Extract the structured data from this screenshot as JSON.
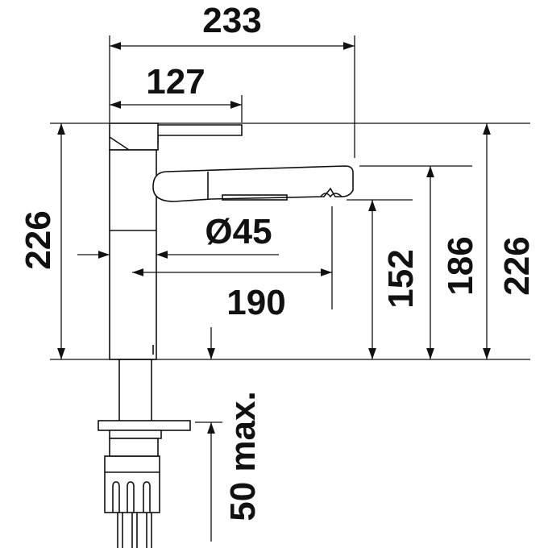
{
  "dimensions": {
    "total_width": "233",
    "lever_width": "127",
    "body_diameter": "Ø45",
    "spout_reach": "190",
    "spout_height": "152",
    "spout_top_height": "186",
    "total_height": "226",
    "total_height_right": "226",
    "mounting_thickness": "50 max."
  },
  "colors": {
    "line": "#111111",
    "background": "#ffffff"
  }
}
